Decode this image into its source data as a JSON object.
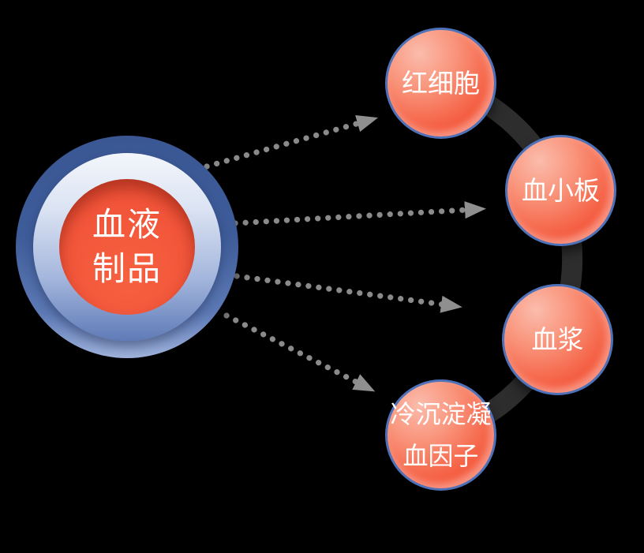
{
  "background_color": "#000000",
  "diagram": {
    "type": "radial-diverging",
    "hub": {
      "label_lines": [
        "血液",
        "制品"
      ]
    },
    "satellites": [
      {
        "label": "红细胞"
      },
      {
        "label": "血小板"
      },
      {
        "label": "血浆"
      },
      {
        "label_lines": [
          "冷沉淀凝",
          "血因子"
        ]
      }
    ],
    "arrows": [
      {
        "from": "血液制品",
        "to": "红细胞",
        "style": "dotted"
      },
      {
        "from": "血液制品",
        "to": "血小板",
        "style": "dotted"
      },
      {
        "from": "血液制品",
        "to": "血浆",
        "style": "dotted"
      },
      {
        "from": "血液制品",
        "to": "冷沉淀凝血因子",
        "style": "dotted"
      }
    ],
    "colors": {
      "hub_outer_ring": "#3e5c99",
      "hub_middle_ring_top": "#f3f6fb",
      "hub_middle_ring_bottom": "#5f7bb7",
      "hub_core": "#f2563b",
      "satellite_fill": "#f4593c",
      "satellite_highlight": "#fbbcac",
      "satellite_border": "#4d72b9",
      "connector": "#2d2d2d",
      "arrow_dots": "#8a8a8a",
      "arrow_head": "#8f8f8f",
      "label_text": "#ffffff"
    }
  }
}
